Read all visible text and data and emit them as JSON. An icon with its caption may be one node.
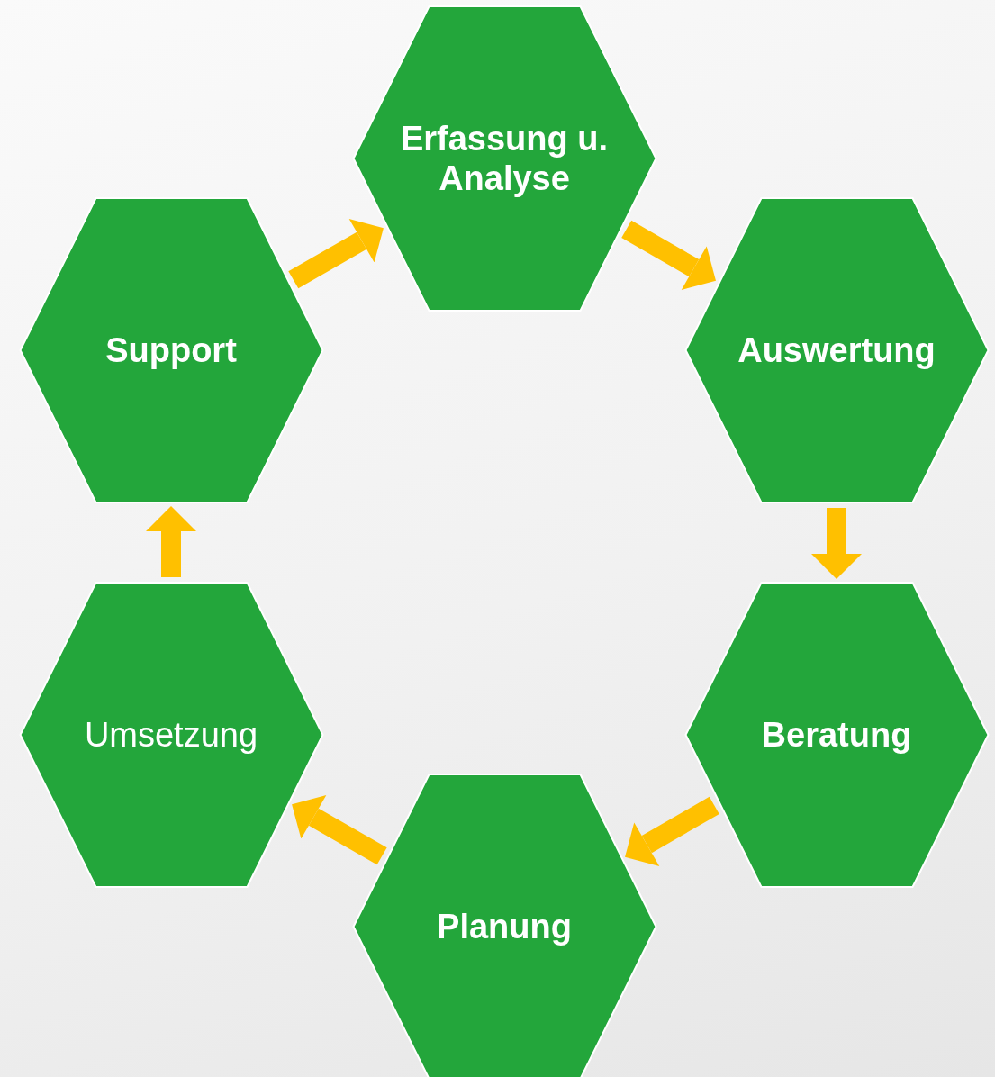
{
  "diagram": {
    "nodes": [
      {
        "text": [
          "Erfassung u. Analyse"
        ]
      },
      {
        "text": [
          "Auswertung"
        ]
      },
      {
        "text": [
          "Beratung"
        ]
      },
      {
        "text": [
          "Planung"
        ]
      },
      {
        "text": [
          "Umsetzung"
        ]
      },
      {
        "text": [
          "Support"
        ]
      }
    ],
    "edges": [
      {
        "from": 0,
        "to": 1,
        "arrow": "to"
      },
      {
        "from": 1,
        "to": 2,
        "arrow": "to"
      },
      {
        "from": 2,
        "to": 3,
        "arrow": "to"
      },
      {
        "from": 3,
        "to": 4,
        "arrow": "to"
      },
      {
        "from": 4,
        "to": 5,
        "arrow": "to"
      },
      {
        "from": 5,
        "to": 0,
        "arrow": "to"
      }
    ]
  }
}
